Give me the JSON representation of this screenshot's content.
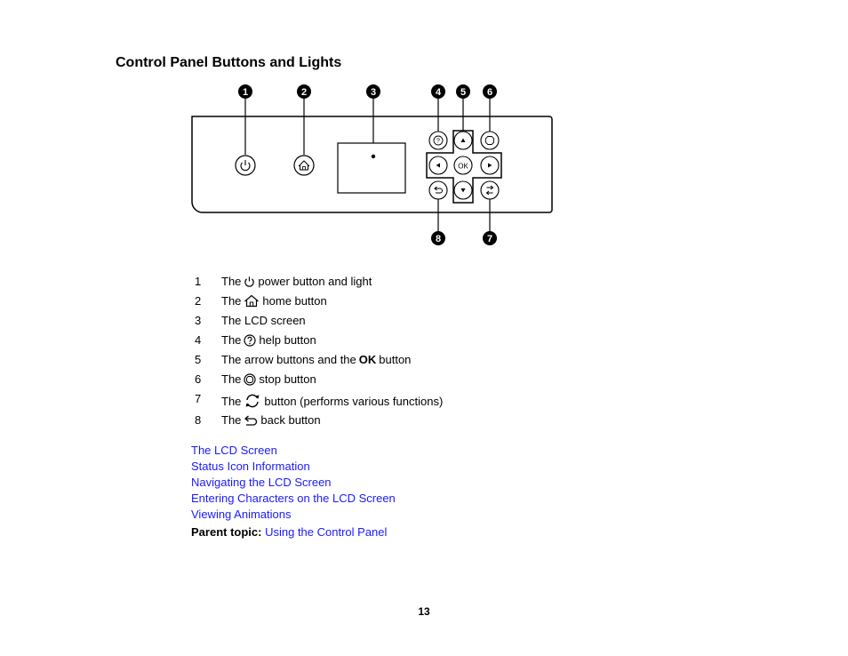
{
  "page": {
    "title": "Control Panel Buttons and Lights",
    "page_number": "13"
  },
  "diagram": {
    "callouts": [
      "1",
      "2",
      "3",
      "4",
      "5",
      "6",
      "7",
      "8"
    ],
    "ok_label": "OK"
  },
  "items": [
    {
      "num": "1",
      "pre": "The",
      "icon": "power-icon",
      "post": "power button and light"
    },
    {
      "num": "2",
      "pre": "The",
      "icon": "home-icon",
      "post": "home button"
    },
    {
      "num": "3",
      "pre": "The LCD screen",
      "icon": "",
      "post": ""
    },
    {
      "num": "4",
      "pre": "The",
      "icon": "help-icon",
      "post": "help button"
    },
    {
      "num": "5",
      "pre": "The arrow buttons and the",
      "bold": "OK",
      "post": "button"
    },
    {
      "num": "6",
      "pre": "The",
      "icon": "stop-icon",
      "post": "stop button"
    },
    {
      "num": "7",
      "pre": "The",
      "icon": "cycle-icon",
      "post": "button (performs various functions)"
    },
    {
      "num": "8",
      "pre": "The",
      "icon": "back-icon",
      "post": "back button"
    }
  ],
  "links": [
    "The LCD Screen",
    "Status Icon Information",
    "Navigating the LCD Screen",
    "Entering Characters on the LCD Screen",
    "Viewing Animations"
  ],
  "parent_topic": {
    "label": "Parent topic:",
    "link": "Using the Control Panel"
  },
  "colors": {
    "link": "#1a1aff",
    "text": "#000000"
  }
}
